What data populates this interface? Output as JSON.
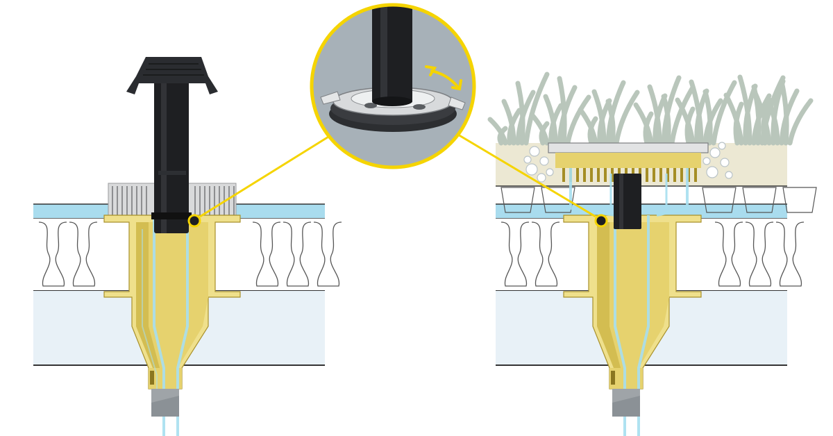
{
  "colors": {
    "background": "#ffffff",
    "membrane": "#a9dcee",
    "insulation": "#ffffff",
    "insulation_line": "#555555",
    "deck": "#e8f1f7",
    "drain_body": "#e6d26e",
    "drain_shadow": "#c2ab3a",
    "drain_flange": "#efe08c",
    "water": "#a7dff0",
    "vent_pipe": "#1e1f22",
    "vent_cap": "#2a2c30",
    "grate": "#d9dadb",
    "callout_ring": "#f5d400",
    "callout_fill": "#a7b1b8",
    "grass": "#b9c6bb",
    "soil": "#ece8d3",
    "pebbles": "#ffffff",
    "detail_arrow": "#f5d400"
  },
  "left_assembly": {
    "label": "",
    "components": [
      "vent-cap-icon",
      "vent-pipe-icon",
      "grate-icon",
      "drain-body-icon",
      "membrane-layer",
      "insulation-layer",
      "deck-layer"
    ]
  },
  "right_assembly": {
    "label": "",
    "components": [
      "grass-icon",
      "pebble-icon",
      "soil-layer",
      "grate-icon",
      "vent-pipe-icon",
      "drain-body-icon",
      "membrane-layer",
      "insulation-layer",
      "deck-layer"
    ]
  },
  "callout": {
    "label": "",
    "depicts": [
      "vent-pipe-icon",
      "locking-ring-icon",
      "rotation-arrow-icon"
    ]
  }
}
